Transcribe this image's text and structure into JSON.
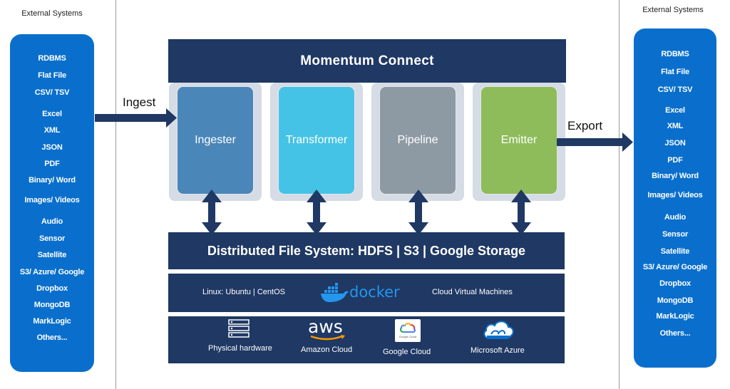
{
  "left_external": {
    "title": "External Systems",
    "items": [
      "RDBMS",
      "Flat File",
      "CSV/ TSV",
      "Excel",
      "XML",
      "JSON",
      "PDF",
      "Binary/ Word",
      "Images/ Videos",
      "Audio",
      "Sensor",
      "Satellite",
      "S3/ Azure/ Google",
      "Dropbox",
      "MongoDB",
      "MarkLogic",
      "Others..."
    ]
  },
  "right_external": {
    "title": "External Systems",
    "items": [
      "RDBMS",
      "Flat File",
      "CSV/ TSV",
      "Excel",
      "XML",
      "JSON",
      "PDF",
      "Binary/ Word",
      "Images/ Videos",
      "Audio",
      "Sensor",
      "Satellite",
      "S3/ Azure/ Google",
      "Dropbox",
      "MongoDB",
      "MarkLogic",
      "Others..."
    ]
  },
  "platform": {
    "title": "Momentum Connect",
    "modules": [
      {
        "label": "Ingester",
        "color": "#4a86b8"
      },
      {
        "label": "Transformer",
        "color": "#45c3e6"
      },
      {
        "label": "Pipeline",
        "color": "#8e9aa3"
      },
      {
        "label": "Emitter",
        "color": "#8ebc5a"
      }
    ]
  },
  "flows": {
    "ingest": "Ingest",
    "export": "Export"
  },
  "storage": {
    "label": "Distributed File System: HDFS | S3 | Google Storage"
  },
  "runtime": {
    "os": "Linux: Ubuntu | CentOS",
    "docker": "docker",
    "vms": "Cloud Virtual Machines"
  },
  "infrastructure": [
    {
      "label": "Physical hardware",
      "icon": "server-icon"
    },
    {
      "label": "Amazon Cloud",
      "icon": "aws-logo-icon",
      "logo_text": "aws"
    },
    {
      "label": "Google Cloud",
      "icon": "google-cloud-logo-icon",
      "logo_text": "Google Cloud"
    },
    {
      "label": "Microsoft Azure",
      "icon": "azure-cloud-icon"
    }
  ],
  "colors": {
    "navy": "#1f3864",
    "external_blue": "#0a6fcc",
    "arrow_navy": "#1f3864"
  }
}
